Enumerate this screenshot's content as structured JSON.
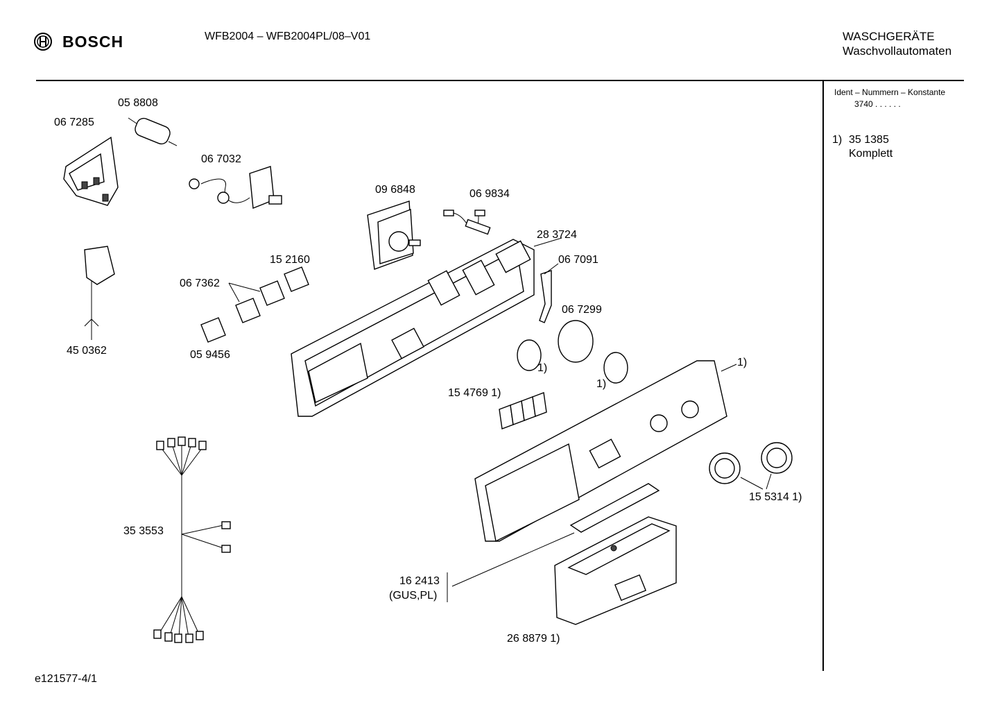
{
  "header": {
    "brand": "BOSCH",
    "model": "WFB2004 – WFB2004PL/08–V01",
    "category_line1": "WASCHGERÄTE",
    "category_line2": "Waschvollautomaten"
  },
  "sidebar": {
    "ident_title": "Ident – Nummern – Konstante",
    "ident_value": "3740  .  .   .  .  .  .",
    "note_number": "1)",
    "note_part": "35 1385",
    "note_desc": "Komplett"
  },
  "footer": {
    "code": "e121577-4/1"
  },
  "parts": {
    "p058808": "05 8808",
    "p067285": "06 7285",
    "p067032": "06 7032",
    "p096848": "09 6848",
    "p069834": "06 9834",
    "p283724": "28 3724",
    "p067091": "06 7091",
    "p152160": "15 2160",
    "p067362": "06 7362",
    "p450362": "45 0362",
    "p059456": "05 9456",
    "p067299": "06 7299",
    "p154769": "15 4769 1)",
    "p_note_knob_a": "1)",
    "p_note_knob_b": "1)",
    "p_note_panel": "1)",
    "p155314": "15 5314 1)",
    "p353553": "35 3553",
    "p162413_a": "16 2413",
    "p162413_b": "(GUS,PL)",
    "p268879": "26 8879 1)"
  }
}
